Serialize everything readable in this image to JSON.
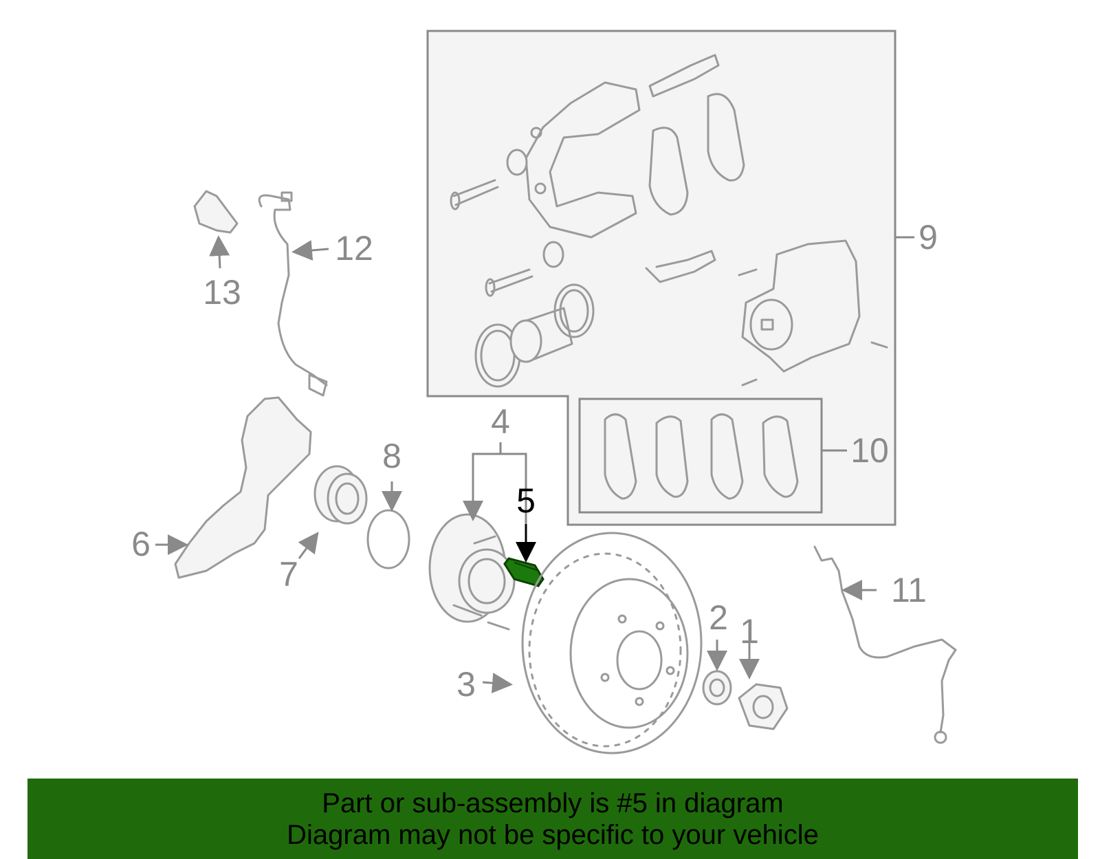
{
  "callouts": {
    "c1": "1",
    "c2": "2",
    "c3": "3",
    "c4": "4",
    "c5": "5",
    "c6": "6",
    "c7": "7",
    "c8": "8",
    "c9": "9",
    "c10": "10",
    "c11": "11",
    "c12": "12",
    "c13": "13"
  },
  "highlight_part": "5",
  "colors": {
    "highlight_part": "#1c7a0c",
    "banner_background": "#1f6b0b",
    "part_lines": "#9a9a9a",
    "box_fill": "#f4f4f4"
  },
  "banner": {
    "line1": "Part or sub-assembly is #5 in diagram",
    "line2": "Diagram may not be specific to your vehicle"
  }
}
